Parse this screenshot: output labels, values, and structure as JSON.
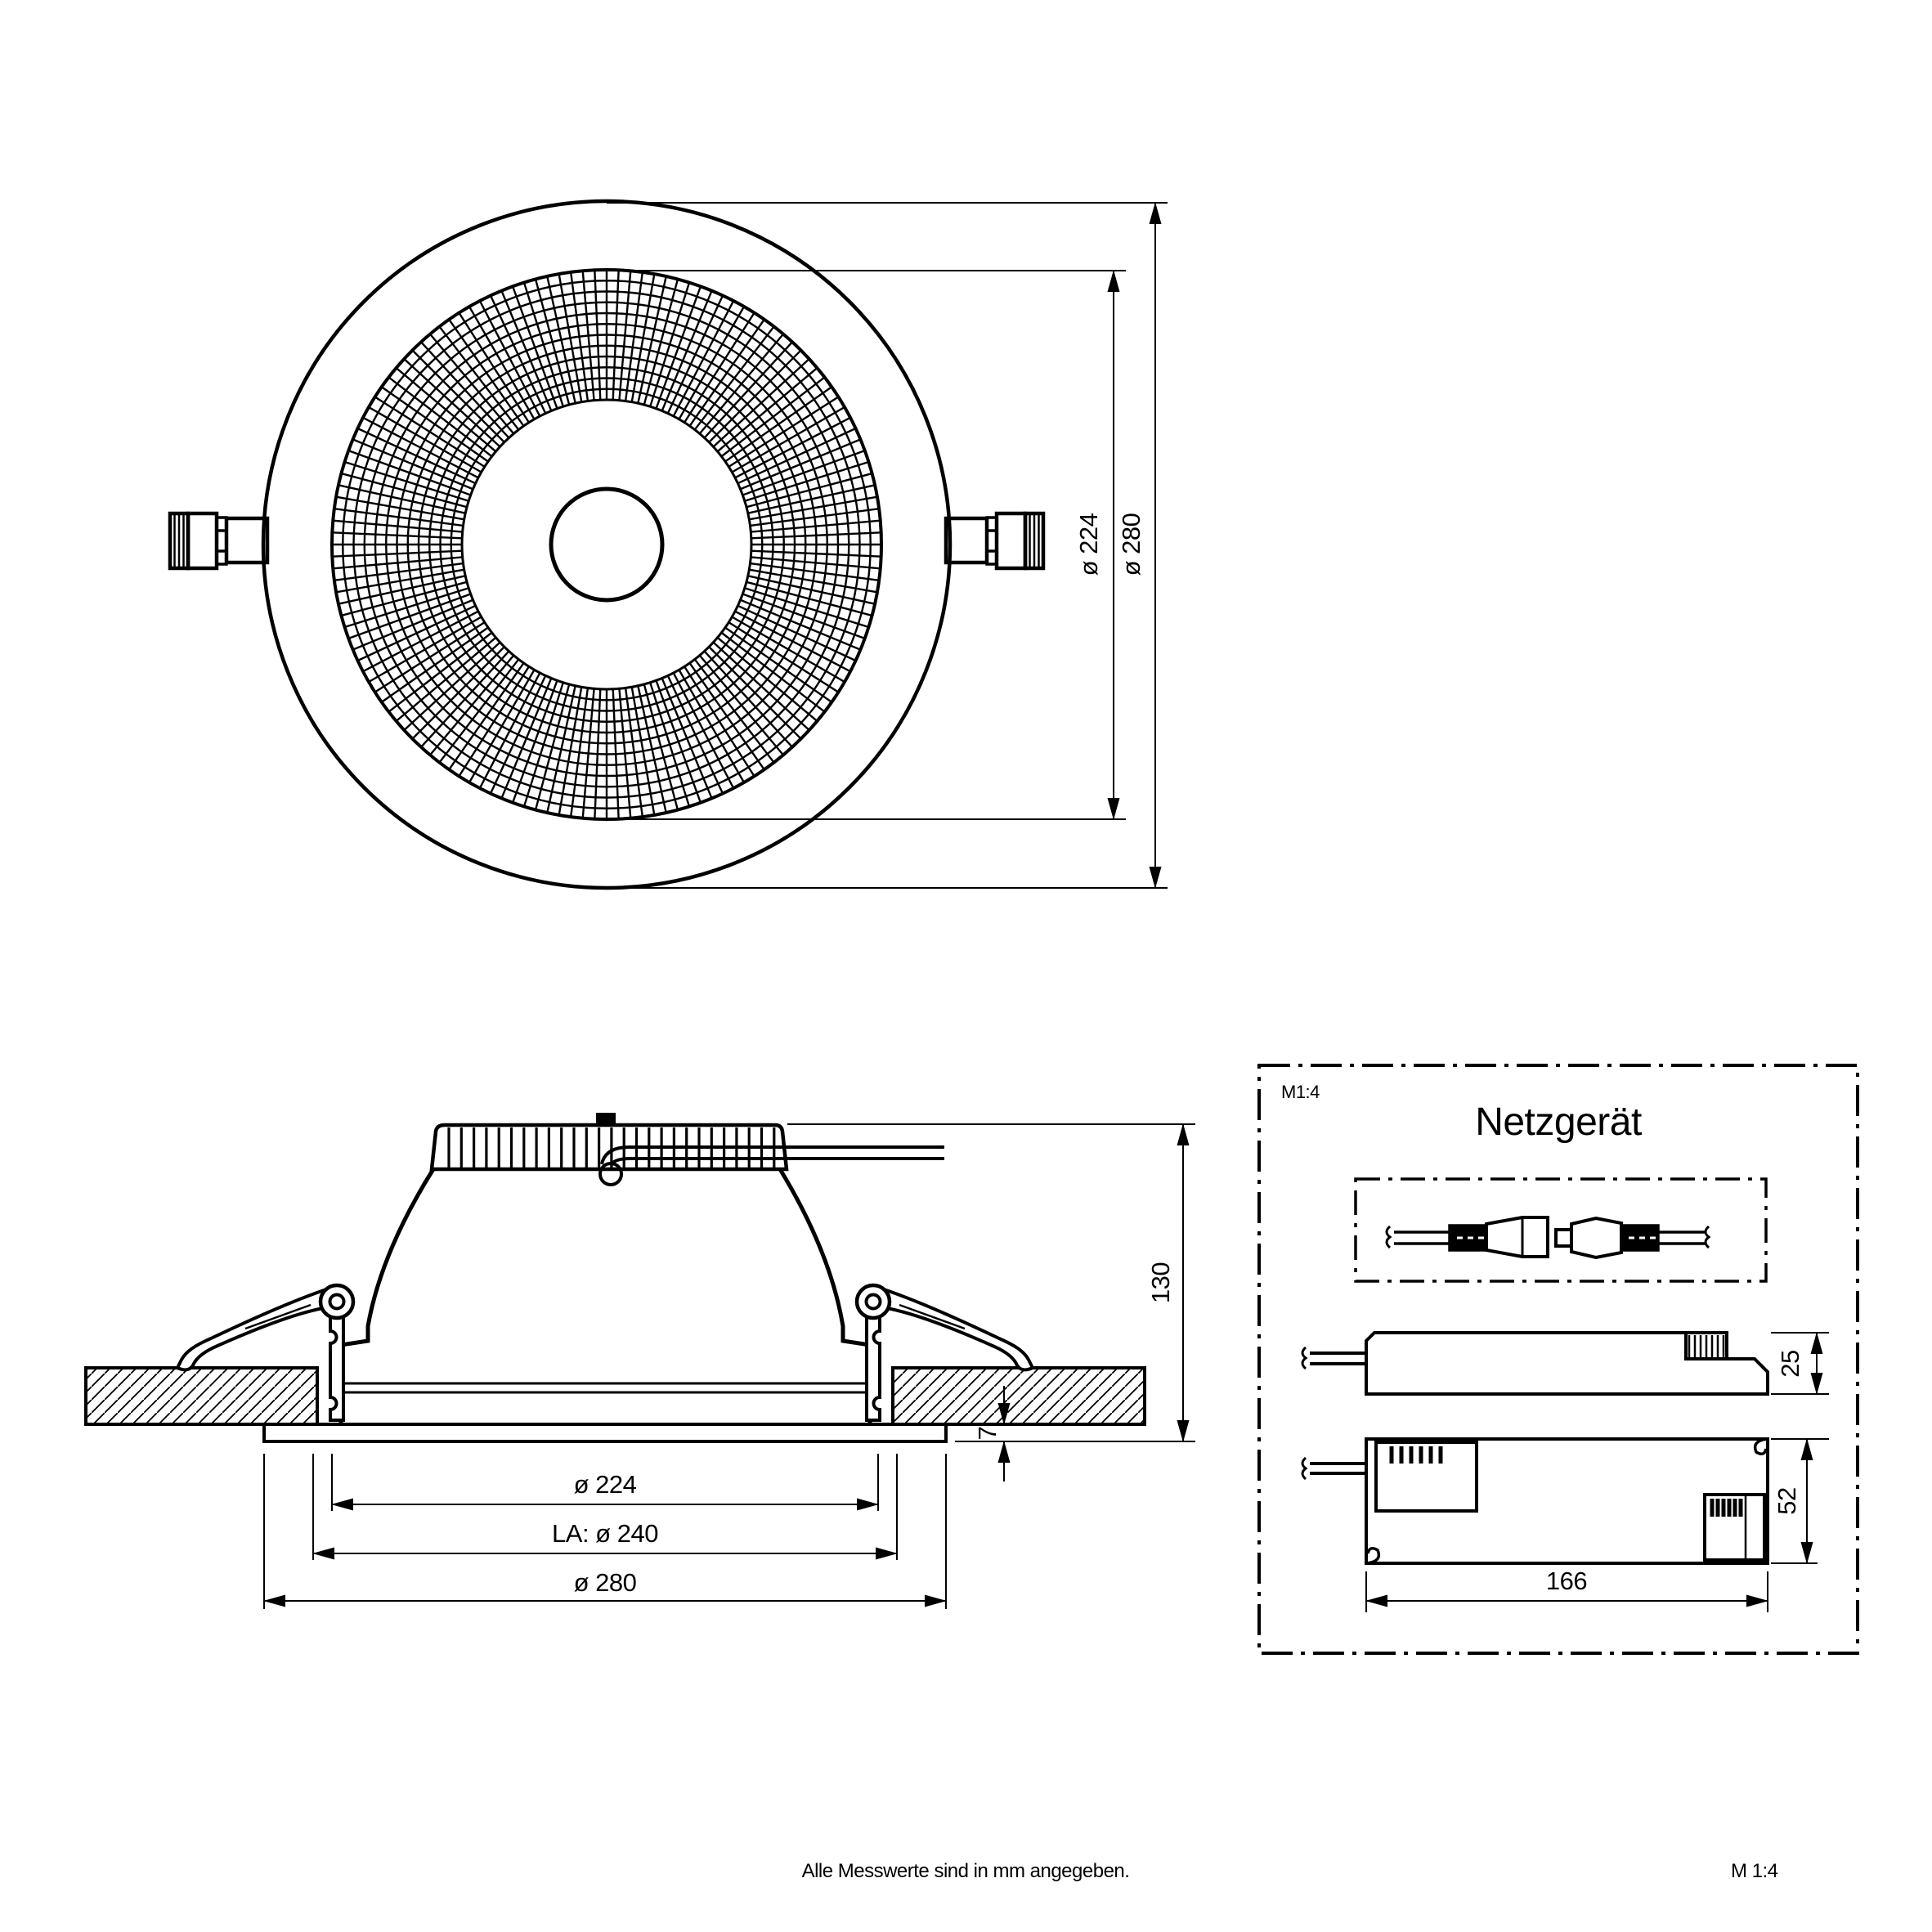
{
  "top_view": {
    "dia_reflector": "ø 224",
    "dia_outer": "ø 280"
  },
  "side_view": {
    "dia_body": "ø 224",
    "dia_cutout": "LA: ø 240",
    "dia_flange": "ø 280",
    "height": "130",
    "flange_thickness": "7"
  },
  "psu": {
    "scale_label": "M1:4",
    "title": "Netzgerät",
    "thickness": "25",
    "width": "52",
    "length": "166"
  },
  "footer": {
    "note": "Alle Messwerte sind in mm angegeben.",
    "scale": "M 1:4"
  },
  "colors": {
    "line": "#000000",
    "background": "#ffffff"
  }
}
